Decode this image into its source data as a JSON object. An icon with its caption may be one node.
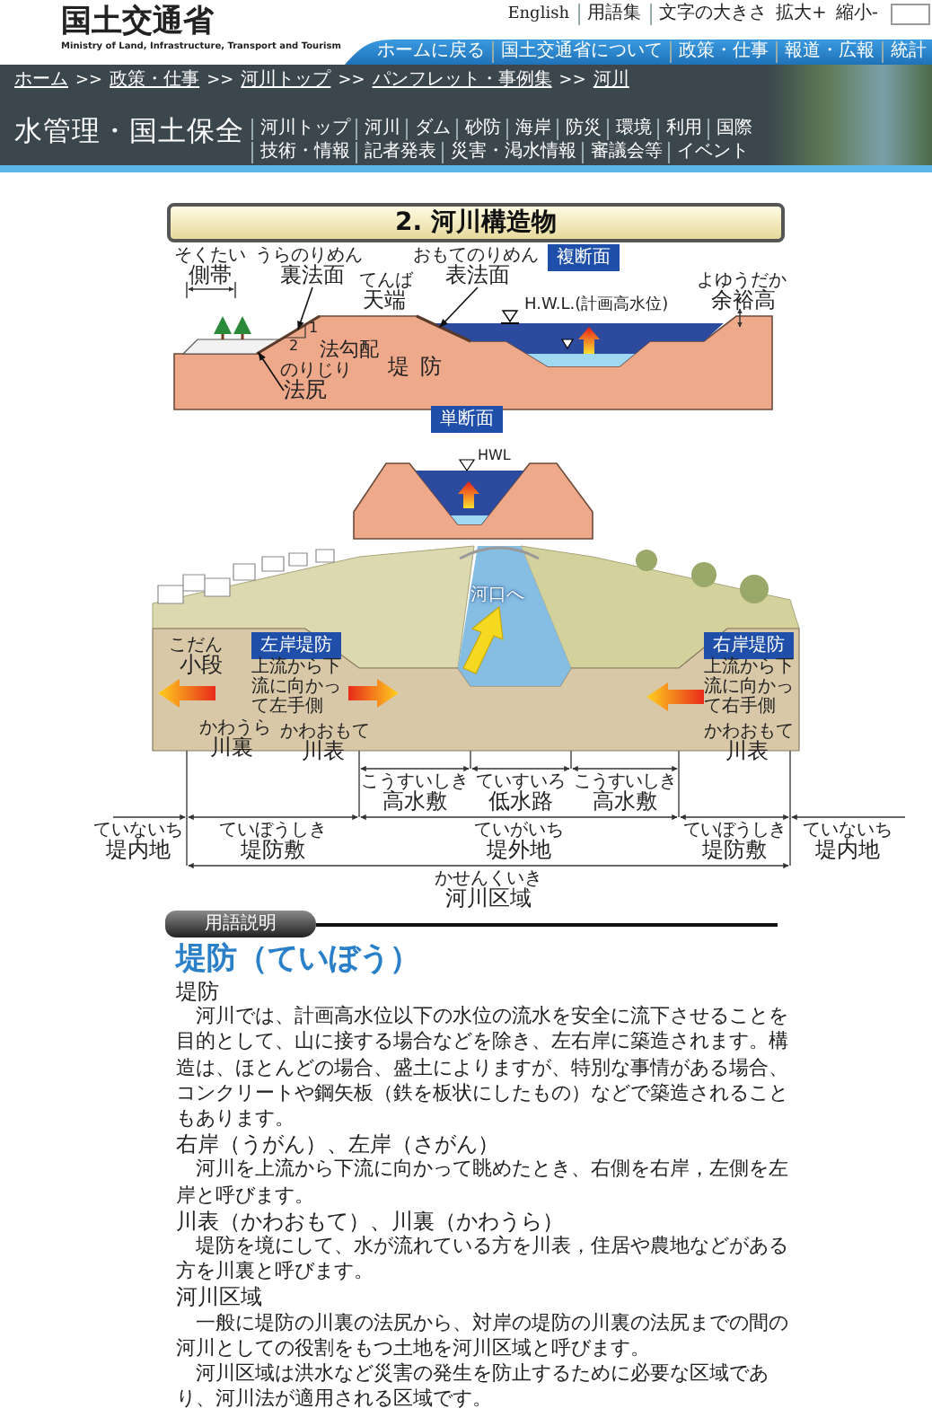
{
  "diagram": {
    "title": "2. 河川構造物",
    "nodes": [
      {
        "text": [
          "複断面"
        ]
      },
      {
        "text": [
          "裏法面"
        ],
        "beside": [
          "うらのりめん"
        ]
      },
      {
        "text": [
          "表法面"
        ],
        "beside": [
          "おもてのりめん"
        ]
      },
      {
        "text": [
          "法尻"
        ],
        "beside": [
          "のりじり"
        ]
      },
      {
        "text": [
          "単断面"
        ]
      },
      {
        "text": [
          "左岸堤防"
        ],
        "beside": [
          "上流から下流に向かって左手側"
        ]
      },
      {
        "text": [
          "右岸堤防"
        ],
        "beside": [
          "上流から下流に向かって右手側"
        ]
      },
      {
        "text": [
          "用語説明"
        ]
      },
      {
        "text": [],
        "shape": "line"
      },
      {
        "text": [],
        "shape": "line"
      }
    ],
    "edges": [
      {
        "from": 1,
        "to": 8,
        "arrow": "to"
      },
      {
        "from": 2,
        "to": 9,
        "arrow": "to"
      },
      {
        "from": 3,
        "to": 8,
        "arrow": "to"
      }
    ],
    "labels": [
      "国土交通省",
      "Ministry of Land, Infrastructure, Transport and Tourism",
      "English",
      "用語集",
      "文字の大きさ",
      "拡大+",
      "縮小-",
      "ホームに戻る",
      "国土交通省について",
      "政策・仕事",
      "報道・広報",
      "統計",
      "ホーム",
      ">>",
      "政策・仕事",
      ">>",
      "河川トップ",
      ">>",
      "パンフレット・事例集",
      ">>",
      "河川",
      "水管理・国土保全",
      "河川トップ",
      "河川",
      "ダム",
      "砂防",
      "海岸",
      "防災",
      "環境",
      "利用",
      "国際",
      "技術・情報",
      "記者発表",
      "災害・渇水情報",
      "審議会等",
      "イベント",
      "そくたい",
      "側帯",
      "てんば",
      "天端",
      "H.W.L.(計画高水位)",
      "よゆうだか",
      "余裕高",
      "1",
      "2",
      "法勾配",
      "堤防",
      "HWL",
      "こだん",
      "小段",
      "河口へ",
      "かわうら",
      "川裏",
      "かわおもて",
      "川表",
      "かわおもて",
      "川表",
      "こうすいしき",
      "高水敷",
      "ていすいろ",
      "低水路",
      "こうすいしき",
      "高水敷",
      "ていないち",
      "堤内地",
      "ていぼうしき",
      "堤防敷",
      "ていがいち",
      "堤外地",
      "ていぼうしき",
      "堤防敷",
      "ていないち",
      "堤内地",
      "かせんくいき",
      "河川区域",
      "堤防（ていぼう）",
      "堤防",
      "河川では、計画高水位以下の水位の流水を安全に流下させることを目的として、山に接する場合などを除き、左右岸に築造されます。構造は、ほとんどの場合、盛土によりますが、特別な事情がある場合、コンクリートや鋼矢板（鉄を板状にしたもの）などで築造されることもあります。",
      "右岸（うがん）、左岸（さがん）",
      "河川を上流から下流に向かって眺めたとき、右側を右岸，左側を左岸と呼びます。",
      "川表（かわおもて）、川裏（かわうら）",
      "堤防を境にして、水が流れている方を川表，住居や農地などがある方を川裏と呼びます。",
      "河川区域",
      "一般に堤防の川裏の法尻から、対岸の堤防の川裏の法尻までの間の河川としての役割をもつ土地を河川区域と呼びます。",
      "河川区域は洪水など災害の発生を防止するために必要な区域であり、河川法が適用される区域です。"
    ]
  }
}
